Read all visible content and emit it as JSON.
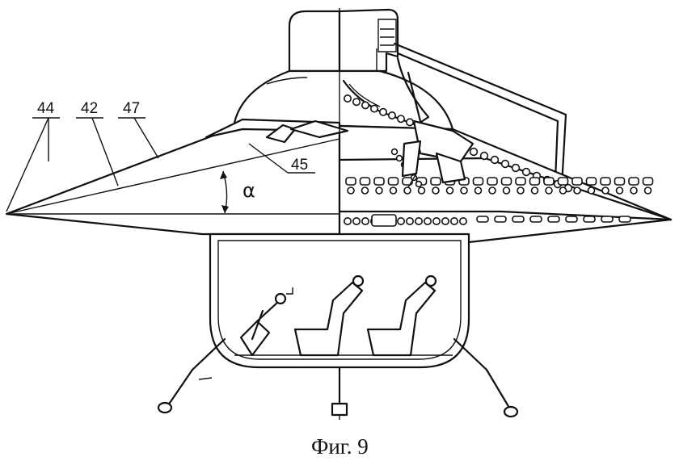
{
  "figure": {
    "caption": "Фиг. 9",
    "angle_symbol": "α",
    "callouts": [
      "44",
      "42",
      "47",
      "45"
    ]
  }
}
